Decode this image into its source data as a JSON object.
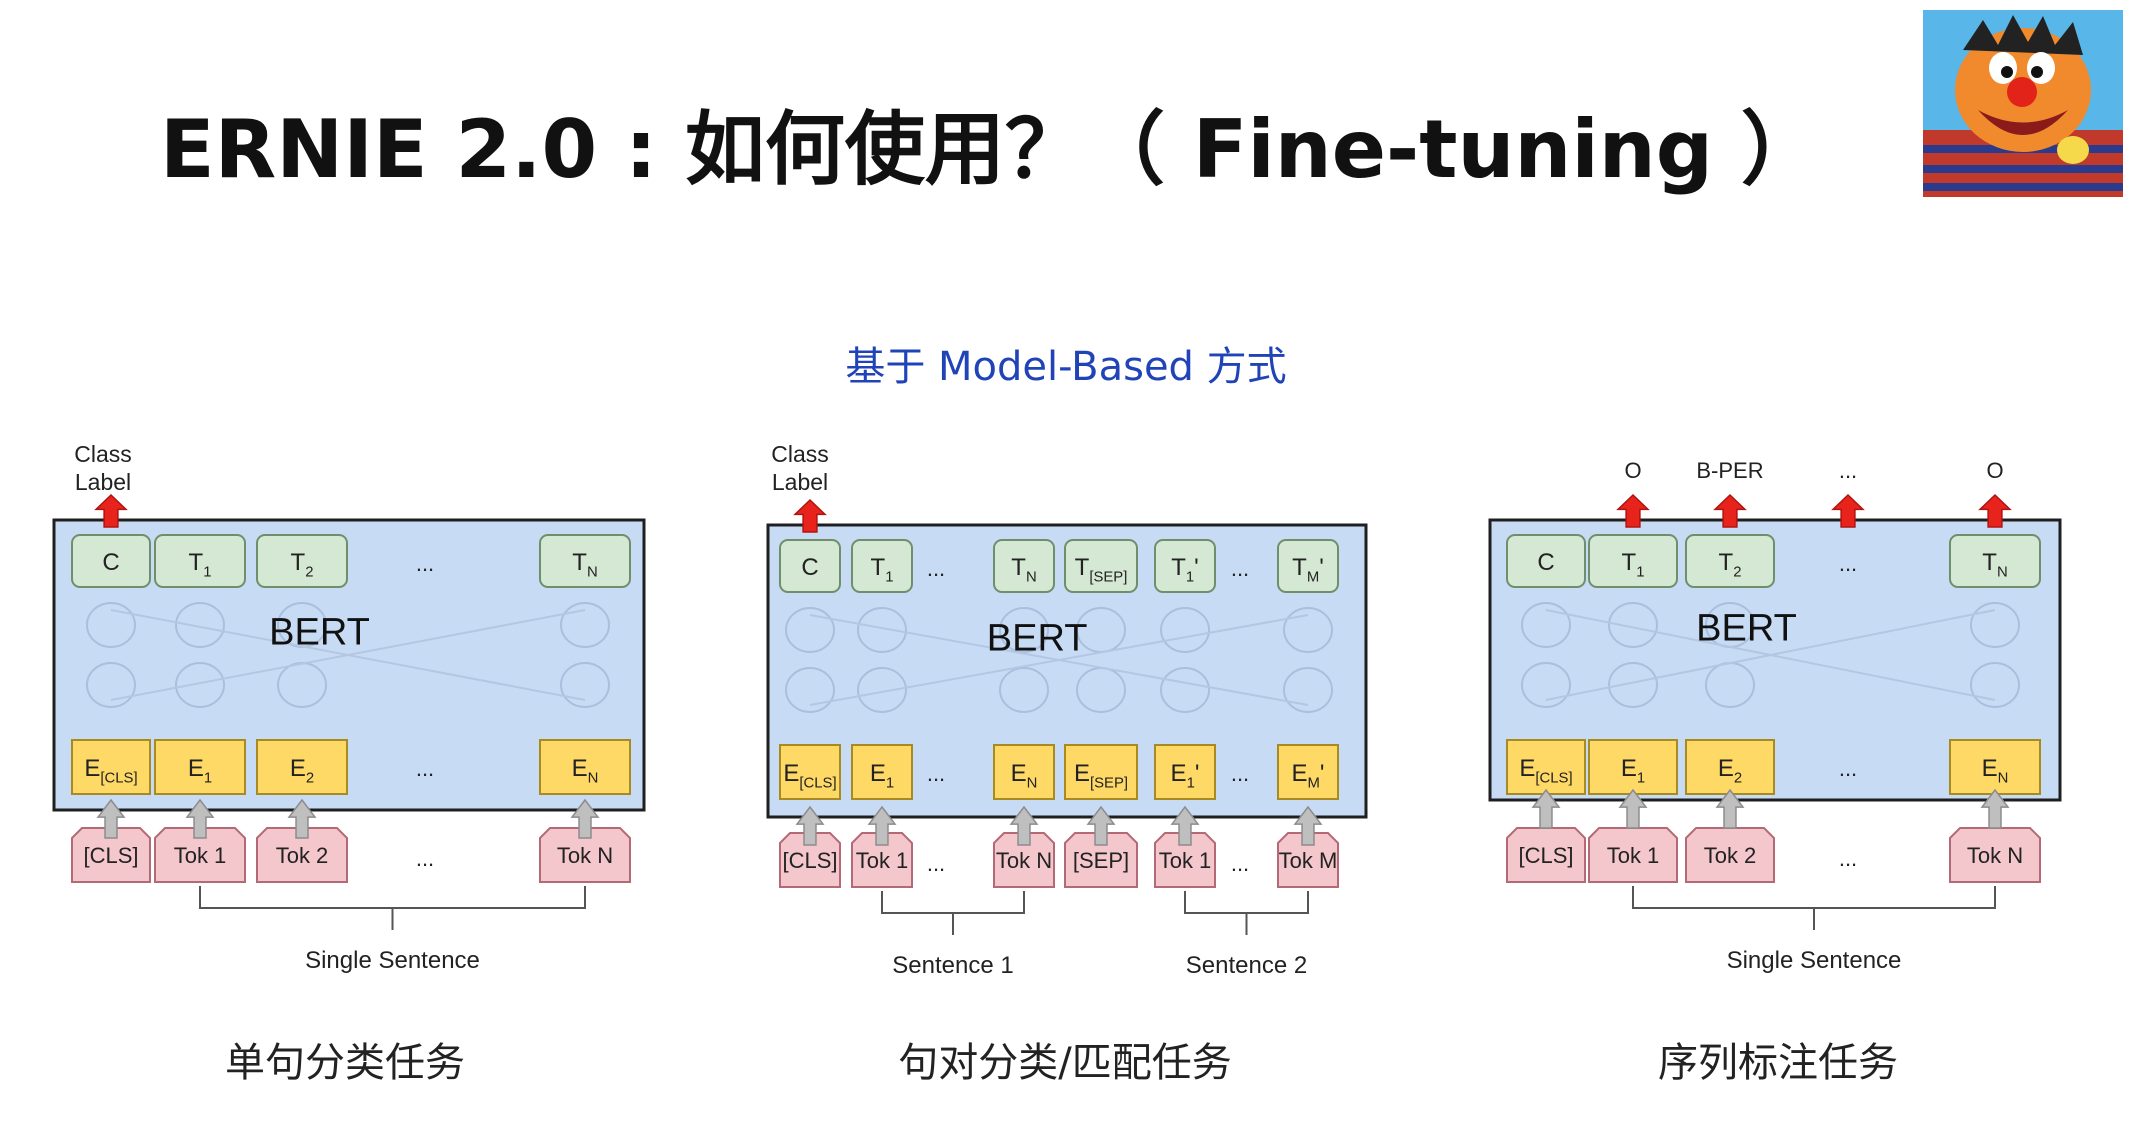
{
  "slide": {
    "title": "ERNIE 2.0 : 如何使用？（ Fine-tuning ）",
    "subtitle": "基于 Model-Based 方式",
    "avatar_icon": "muppet-avatar"
  },
  "colors": {
    "bert_box": "#c7dbf5",
    "output_token": "#d5e8d4",
    "embedding": "#ffd966",
    "input_token": "#f4c7cc",
    "arrow_up_out": "#e8231c",
    "arrow_grey": "#bfbfbf",
    "subtitle": "#2044b8"
  },
  "panels": [
    {
      "id": "single-sentence-classification",
      "model_label": "BERT",
      "output_label_lines": [
        "Class",
        "Label"
      ],
      "outputs": [
        "C",
        "T1",
        "T2",
        "...",
        "TN"
      ],
      "embeddings": [
        "E[CLS]",
        "E1",
        "E2",
        "...",
        "EN"
      ],
      "inputs": [
        "[CLS]",
        "Tok 1",
        "Tok 2",
        "...",
        "Tok N"
      ],
      "segment_labels": [
        "Single Sentence"
      ],
      "caption": "单句分类任务"
    },
    {
      "id": "sentence-pair-classification",
      "model_label": "BERT",
      "output_label_lines": [
        "Class",
        "Label"
      ],
      "outputs": [
        "C",
        "T1",
        "...",
        "TN",
        "T[SEP]",
        "T1'",
        "...",
        "TM'"
      ],
      "embeddings": [
        "E[CLS]",
        "E1",
        "...",
        "EN",
        "E[SEP]",
        "E1'",
        "...",
        "EM'"
      ],
      "inputs": [
        "[CLS]",
        "Tok 1",
        "...",
        "Tok N",
        "[SEP]",
        "Tok 1",
        "...",
        "Tok M"
      ],
      "segment_labels": [
        "Sentence 1",
        "Sentence 2"
      ],
      "caption": "句对分类/匹配任务"
    },
    {
      "id": "sequence-labeling",
      "model_label": "BERT",
      "tag_labels": [
        "O",
        "B-PER",
        "...",
        "O"
      ],
      "outputs": [
        "C",
        "T1",
        "T2",
        "...",
        "TN"
      ],
      "embeddings": [
        "E[CLS]",
        "E1",
        "E2",
        "...",
        "EN"
      ],
      "inputs": [
        "[CLS]",
        "Tok 1",
        "Tok 2",
        "...",
        "Tok N"
      ],
      "segment_labels": [
        "Single Sentence"
      ],
      "caption": "序列标注任务"
    }
  ]
}
